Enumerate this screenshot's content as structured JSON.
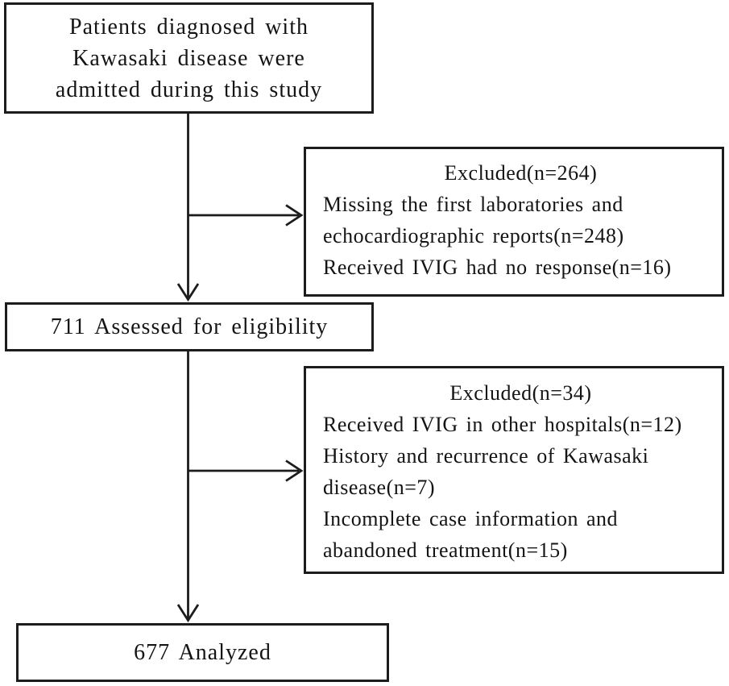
{
  "figure": {
    "colors": {
      "background": "#ffffff",
      "border": "#1c1c1c",
      "text": "#141414"
    },
    "boxes": {
      "enrollment": {
        "lines": [
          "Patients diagnosed with",
          "Kawasaki disease were",
          "admitted during this study"
        ]
      },
      "assessed": {
        "label": "711 Assessed for eligibility"
      },
      "excluded1": {
        "title": "Excluded(n=264)",
        "lines": [
          "Missing the first laboratories and",
          "echocardiographic reports(n=248)",
          "Received IVIG had no response(n=16)"
        ]
      },
      "excluded2": {
        "title": "Excluded(n=34)",
        "lines": [
          "Received IVIG in other hospitals(n=12)",
          "History and recurrence of Kawasaki",
          "disease(n=7)",
          "Incomplete case information and",
          "abandoned treatment(n=15)"
        ]
      },
      "analyzed": {
        "label": "677 Analyzed"
      }
    }
  }
}
